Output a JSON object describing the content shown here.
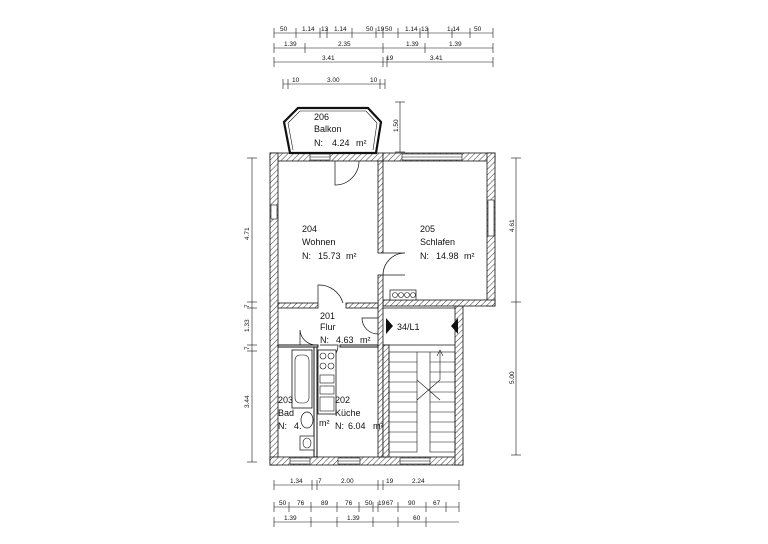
{
  "rooms": [
    {
      "number": "206",
      "name": "Balkon",
      "area_prefix": "N:",
      "area": "4.24",
      "unit": "m²"
    },
    {
      "number": "204",
      "name": "Wohnen",
      "area_prefix": "N:",
      "area": "15.73",
      "unit": "m²"
    },
    {
      "number": "205",
      "name": "Schlafen",
      "area_prefix": "N:",
      "area": "14.98",
      "unit": "m²"
    },
    {
      "number": "201",
      "name": "Flur",
      "area_prefix": "N:",
      "area": "4.63",
      "unit": "m²"
    },
    {
      "number": "203",
      "name": "Bad",
      "area_prefix": "N:",
      "area": "4.",
      "unit": "m²"
    },
    {
      "number": "202",
      "name": "Küche",
      "area_prefix": "N:",
      "area": "6.04",
      "unit": "m²"
    }
  ],
  "stair_label": "34/L1",
  "dims_top_row1": [
    "50",
    "1.14",
    "13",
    "1.14",
    "50",
    "19",
    "50",
    "1.14",
    "13",
    "1.14",
    "50"
  ],
  "dims_top_row2": [
    "1.39",
    "2.35",
    "1.39",
    "1.39"
  ],
  "dims_top_row3": [
    "3.41",
    "19",
    "3.41"
  ],
  "dims_top_row4": [
    "10",
    "3.00",
    "10"
  ],
  "dim_balkon_depth": "1.50",
  "dims_left": [
    "4.71",
    "7",
    "1.33",
    "7",
    "3.44"
  ],
  "dims_right": [
    "4.61",
    "5.00"
  ],
  "dims_bottom_row1": [
    "1.34",
    "7",
    "2.00",
    "19",
    "2.24"
  ],
  "dims_bottom_row2": [
    "50",
    "76",
    "89",
    "76",
    "50",
    "19",
    "67",
    "90",
    "67"
  ],
  "dims_bottom_row3": [
    "1.39",
    "1.39",
    "60"
  ]
}
